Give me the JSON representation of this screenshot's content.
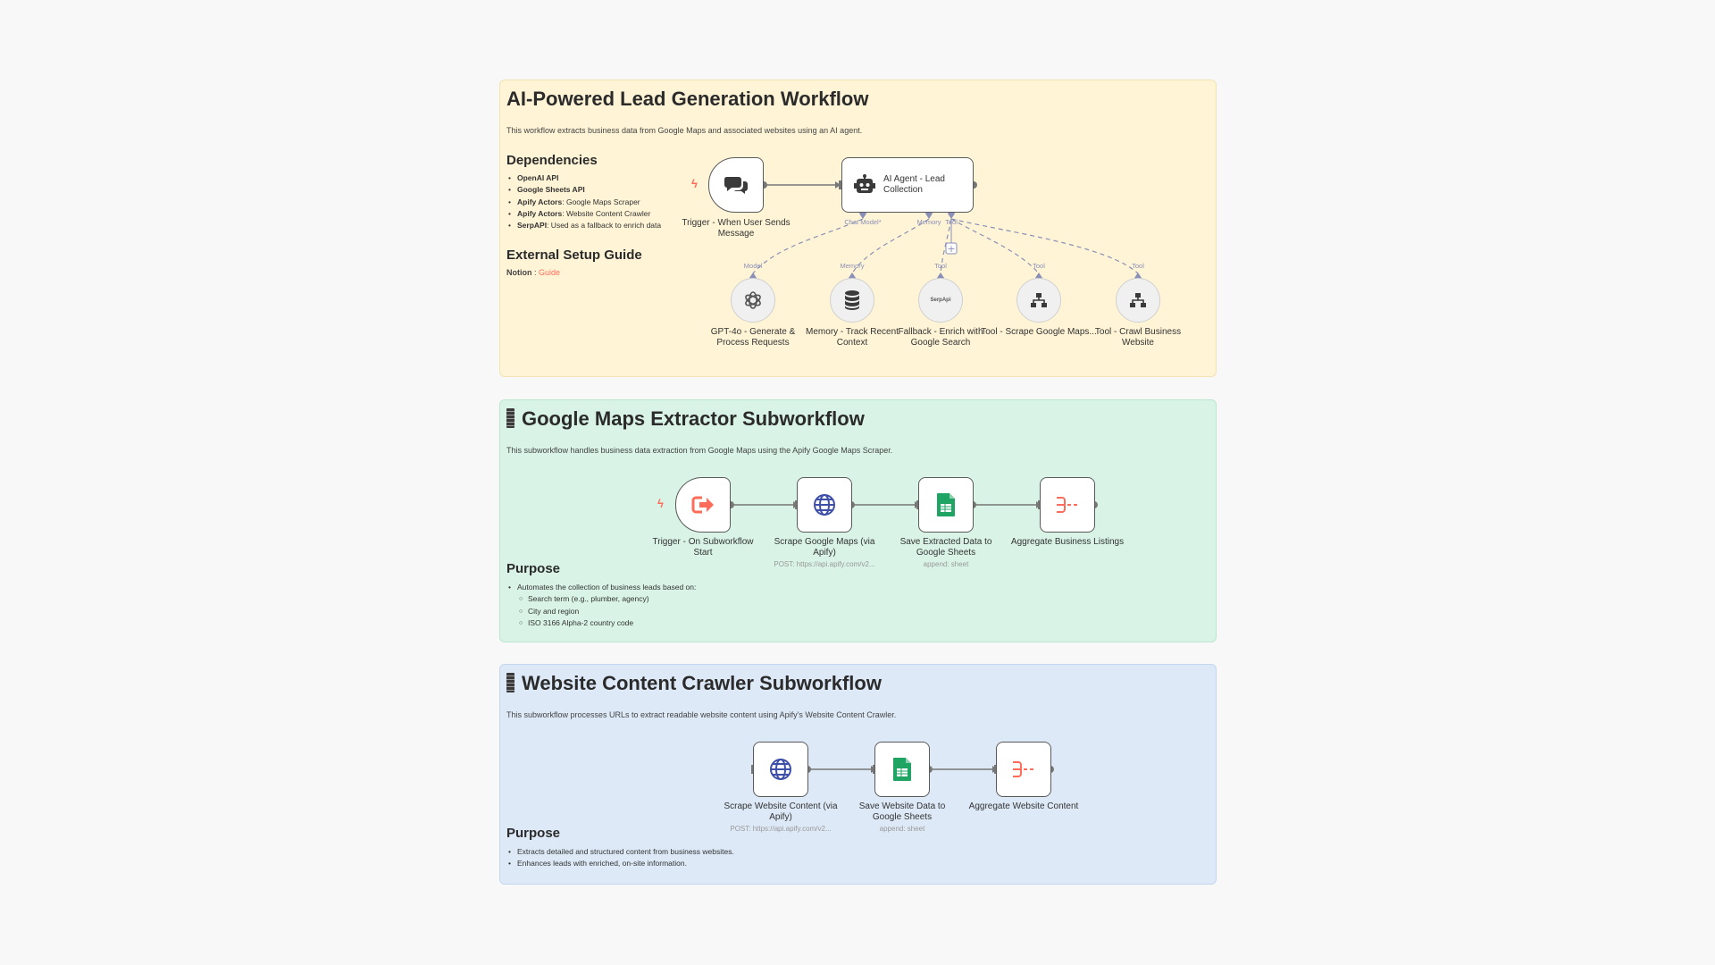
{
  "colors": {
    "accent": "#ff6d5a",
    "sticky_yellow": "#fff4d6",
    "sticky_green": "#d9f4e6",
    "sticky_blue": "#dde9f7",
    "sheets_green": "#1fa463",
    "globe_blue": "#3d4fa8"
  },
  "sticky1": {
    "title": "AI-Powered Lead Generation Workflow",
    "description": "This workflow extracts business data from Google Maps and associated websites using an AI agent.",
    "dependencies_heading": "Dependencies",
    "dependencies": [
      {
        "name": "OpenAI API",
        "detail": ""
      },
      {
        "name": "Google Sheets API",
        "detail": ""
      },
      {
        "name": "Apify Actors",
        "detail": ": Google Maps Scraper"
      },
      {
        "name": "Apify Actors",
        "detail": ": Website Content Crawler"
      },
      {
        "name": "SerpAPI",
        "detail": ": Used as a fallback to enrich data"
      }
    ],
    "setup_heading": "External Setup Guide",
    "setup_name": "Notion",
    "setup_sep": " : ",
    "setup_link": "Guide"
  },
  "main_nodes": {
    "trigger_label": "Trigger - When User Sends Message",
    "agent_label": "AI Agent - Lead Collection",
    "port_chat_model": "Chat Model*",
    "port_memory": "Memory",
    "port_tool": "Tool",
    "sub": [
      {
        "port": "Model",
        "label": "GPT-4o - Generate & Process Requests",
        "icon": "openai-icon"
      },
      {
        "port": "Memory",
        "label": "Memory - Track Recent Context",
        "icon": "database-icon"
      },
      {
        "port": "Tool",
        "label": "Fallback - Enrich with Google Search",
        "icon": "serpapi-icon",
        "icon_text": "SerpApi"
      },
      {
        "port": "Tool",
        "label": "Tool - Scrape Google Maps...",
        "icon": "workflow-icon"
      },
      {
        "port": "Tool",
        "label": "Tool - Crawl Business Website",
        "icon": "workflow-icon"
      }
    ]
  },
  "sticky2": {
    "title": "Google Maps Extractor Subworkflow",
    "description": "This subworkflow handles business data extraction from Google Maps using the Apify Google Maps Scraper.",
    "purpose_heading": "Purpose",
    "purpose": [
      {
        "text": "Automates the collection of business leads based on:",
        "level": 0
      },
      {
        "text": "Search term (e.g., plumber, agency)",
        "level": 1
      },
      {
        "text": "City and region",
        "level": 1
      },
      {
        "text": "ISO 3166 Alpha-2 country code",
        "level": 1
      }
    ]
  },
  "maps_nodes": [
    {
      "label": "Trigger - On Subworkflow Start",
      "sub": "",
      "icon": "subworkflow-trigger-icon"
    },
    {
      "label": "Scrape Google Maps (via Apify)",
      "sub": "POST: https://api.apify.com/v2...",
      "icon": "globe-icon"
    },
    {
      "label": "Save Extracted Data to Google Sheets",
      "sub": "append: sheet",
      "icon": "google-sheets-icon"
    },
    {
      "label": "Aggregate Business Listings",
      "sub": "",
      "icon": "aggregate-icon"
    }
  ],
  "sticky3": {
    "title": "Website Content Crawler Subworkflow",
    "description": "This subworkflow processes URLs to extract readable website content using Apify's Website Content Crawler.",
    "purpose_heading": "Purpose",
    "purpose": [
      {
        "text": "Extracts detailed and structured content from business websites.",
        "level": 0
      },
      {
        "text": "Enhances leads with enriched, on-site information.",
        "level": 0
      }
    ]
  },
  "crawler_nodes": [
    {
      "label": "Scrape Website Content (via Apify)",
      "sub": "POST: https://api.apify.com/v2...",
      "icon": "globe-icon"
    },
    {
      "label": "Save Website Data to Google Sheets",
      "sub": "append: sheet",
      "icon": "google-sheets-icon"
    },
    {
      "label": "Aggregate Website Content",
      "sub": "",
      "icon": "aggregate-icon"
    }
  ]
}
